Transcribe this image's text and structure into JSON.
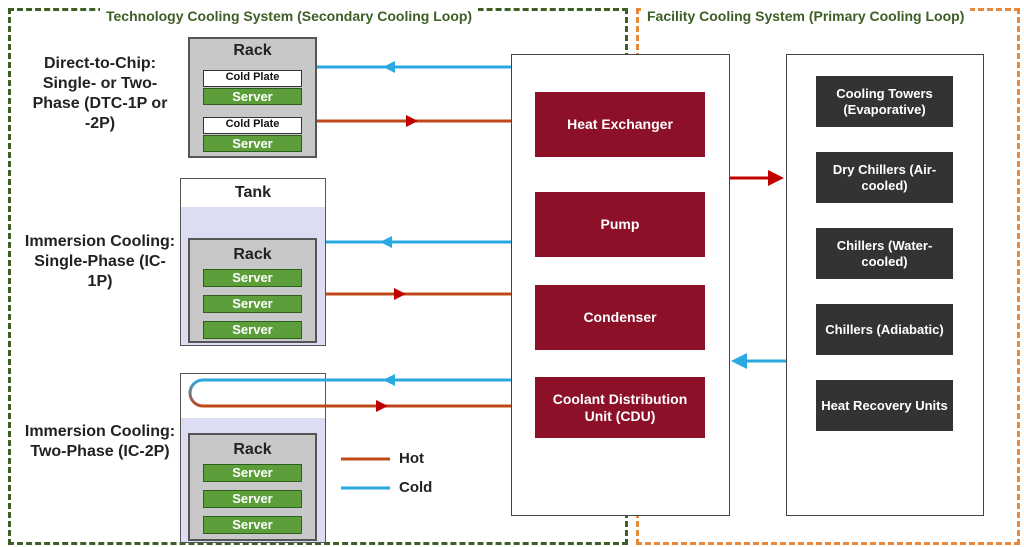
{
  "regions": {
    "technology": "Technology Cooling System (Secondary Cooling Loop)",
    "facility": "Facility Cooling System (Primary Cooling Loop)"
  },
  "methods": [
    {
      "label": "Direct-to-Chip: Single- or Two-Phase (DTC-1P or -2P)"
    },
    {
      "label": "Immersion Cooling: Single-Phase (IC-1P)"
    },
    {
      "label": "Immersion Cooling: Two-Phase (IC-2P)"
    }
  ],
  "rack_label": "Rack",
  "tank_label": "Tank",
  "server_label": "Server",
  "cold_plate_label": "Cold Plate",
  "cdu_components": [
    "Heat Exchanger",
    "Pump",
    "Condenser",
    "Coolant Distribution Unit (CDU)"
  ],
  "facility_components": [
    "Cooling Towers (Evaporative)",
    "Dry Chillers (Air-cooled)",
    "Chillers (Water-cooled)",
    "Chillers (Adiabatic)",
    "Heat Recovery Units"
  ],
  "legend": {
    "hot": "Hot",
    "cold": "Cold"
  },
  "colors": {
    "hot": "#c0471a",
    "cold": "#29a9e0",
    "technology_border": "#3d5e25",
    "facility_border": "#e8883a",
    "cdu_box": "#8b1028",
    "facility_box": "#333333",
    "server": "#5c9e3a",
    "arrow_red": "#c00000"
  }
}
